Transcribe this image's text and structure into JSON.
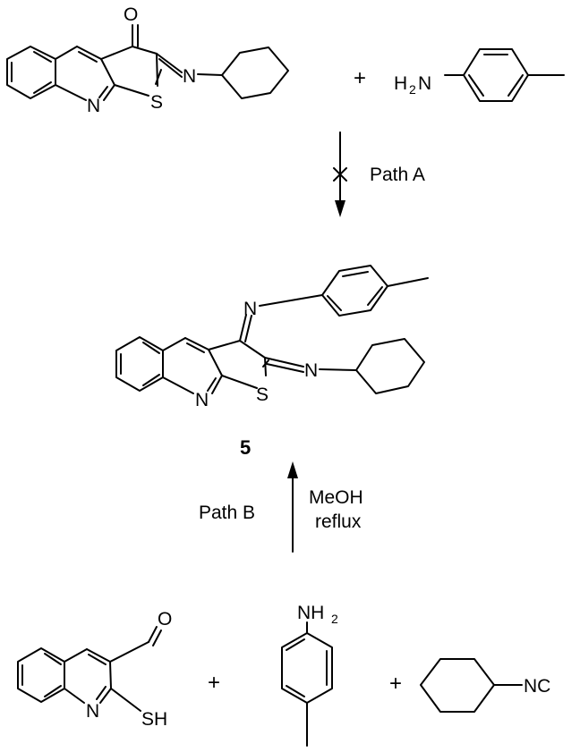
{
  "scheme": {
    "plus_sign": "+",
    "reactants_top": {
      "thienoquinolinone": {
        "atoms": {
          "O": "O",
          "N_imine": "N",
          "N_ring": "N",
          "S": "S"
        }
      },
      "toluidine": {
        "atoms": {
          "H": "H",
          "sub": "2",
          "N": "N"
        }
      }
    },
    "path_a": {
      "label": "Path A"
    },
    "product": {
      "number": "5",
      "atoms": {
        "N_aryl": "N",
        "N_imine": "N",
        "N_ring": "N",
        "S": "S"
      }
    },
    "path_b": {
      "label": "Path B",
      "conditions": [
        "MeOH",
        "reflux"
      ]
    },
    "reactants_bottom": {
      "aldehyde": {
        "atoms": {
          "O": "O",
          "N_ring": "N",
          "SH": "SH"
        }
      },
      "toluidine": {
        "atoms": {
          "N": "NH",
          "sub": "2"
        }
      },
      "isocyanide": {
        "atoms": {
          "NC": "NC"
        }
      }
    }
  }
}
